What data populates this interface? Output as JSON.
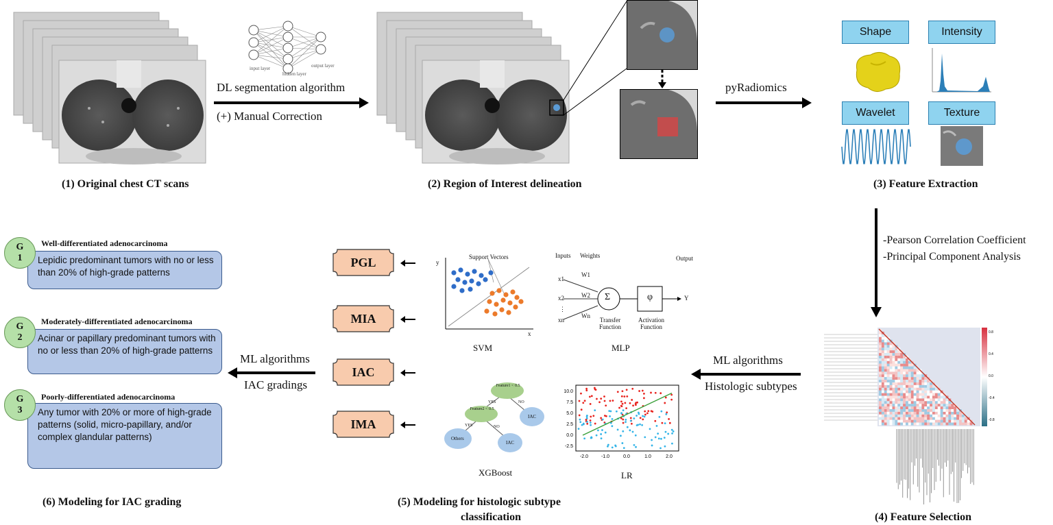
{
  "steps": {
    "s1": "(1) Original  chest CT scans",
    "s2": "(2) Region of Interest delineation",
    "s3": "(3) Feature Extraction",
    "s4": "(4) Feature Selection",
    "s5a": "(5) Modeling for histologic subtype",
    "s5b": "classification",
    "s6": "(6) Modeling for IAC grading"
  },
  "arrows": {
    "seg_line1": "DL  segmentation  algorithm",
    "seg_line2": "(+)  Manual  Correction",
    "pyradiomics": "pyRadiomics",
    "selection_line1": "-Pearson Correlation  Coefficient",
    "selection_line2": "-Principal Component  Analysis",
    "ml_subtypes_line1": "ML algorithms",
    "ml_subtypes_line2": "Histologic   subtypes",
    "ml_grading_line1": "ML algorithms",
    "ml_grading_line2": "IAC gradings"
  },
  "nn_labels": {
    "input": "input layer",
    "hidden": "hidden layer",
    "output": "output layer"
  },
  "features": {
    "shape": "Shape",
    "intensity": "Intensity",
    "wavelet": "Wavelet",
    "texture": "Texture"
  },
  "subtypes": [
    "PGL",
    "MIA",
    "IAC",
    "IMA"
  ],
  "models": {
    "svm": "SVM",
    "mlp": "MLP",
    "xgboost": "XGBoost",
    "lr": "LR",
    "svm_support": "Support Vectors",
    "svm_y": "y",
    "svm_x": "x",
    "mlp_inputs": "Inputs",
    "mlp_weights": "Weights",
    "mlp_output": "Output",
    "mlp_x1": "x1",
    "mlp_x2": "x2",
    "mlp_dots": "⋮",
    "mlp_xn": "xn",
    "mlp_w1": "W1",
    "mlp_w2": "W2",
    "mlp_wn": "Wn",
    "mlp_sigma": "Σ",
    "mlp_phi": "φ",
    "mlp_y": "Y",
    "mlp_transfer": "Transfer Function",
    "mlp_activation": "Activation Function",
    "xgb_f1": "Feature1 < 0.5",
    "xgb_f2": "Feature2 < 0.5",
    "xgb_yes1": "YES",
    "xgb_no1": "NO",
    "xgb_yes2": "YES",
    "xgb_no2": "NO",
    "xgb_others": "Others",
    "xgb_iac1": "IAC",
    "xgb_iac2": "IAC",
    "lr_yticks": [
      "10.0",
      "7.5",
      "5.0",
      "2.5",
      "0.0",
      "-2.5"
    ],
    "lr_xticks": [
      "-2.0",
      "-1.0",
      "0.0",
      "1.0",
      "2.0"
    ]
  },
  "grades": [
    {
      "num": "G",
      "sub": "1",
      "title": "Well-differentiated adenocarcinoma",
      "desc": "Lepidic predominant tumors with no or less than 20% of high-grade patterns"
    },
    {
      "num": "G",
      "sub": "2",
      "title": "Moderately-differentiated adenocarcinoma",
      "desc": "Acinar or papillary predominant tumors with no or less than 20% of high-grade patterns"
    },
    {
      "num": "G",
      "sub": "3",
      "title": "Poorly-differentiated adenocarcinoma",
      "desc": "Any tumor with 20% or more of high-grade patterns (solid, micro-papillary, and/or complex glandular patterns)"
    }
  ],
  "heatmap_colorbar_ticks": [
    "0.8",
    "0.4",
    "0.0",
    "-0.4",
    "-0.8"
  ],
  "colors": {
    "feature_box": "#8fd3ef",
    "subtype_fill": "#f8cbad",
    "grade_box": "#b4c7e7",
    "grade_circle": "#b5e0a8",
    "lr_red": "#e8241f",
    "lr_blue": "#35b5e8",
    "svm_blue": "#2f6dc8",
    "svm_orange": "#ec7a2a",
    "xgb_node": "#a9c9ea",
    "xgb_feature": "#a8d08d"
  }
}
